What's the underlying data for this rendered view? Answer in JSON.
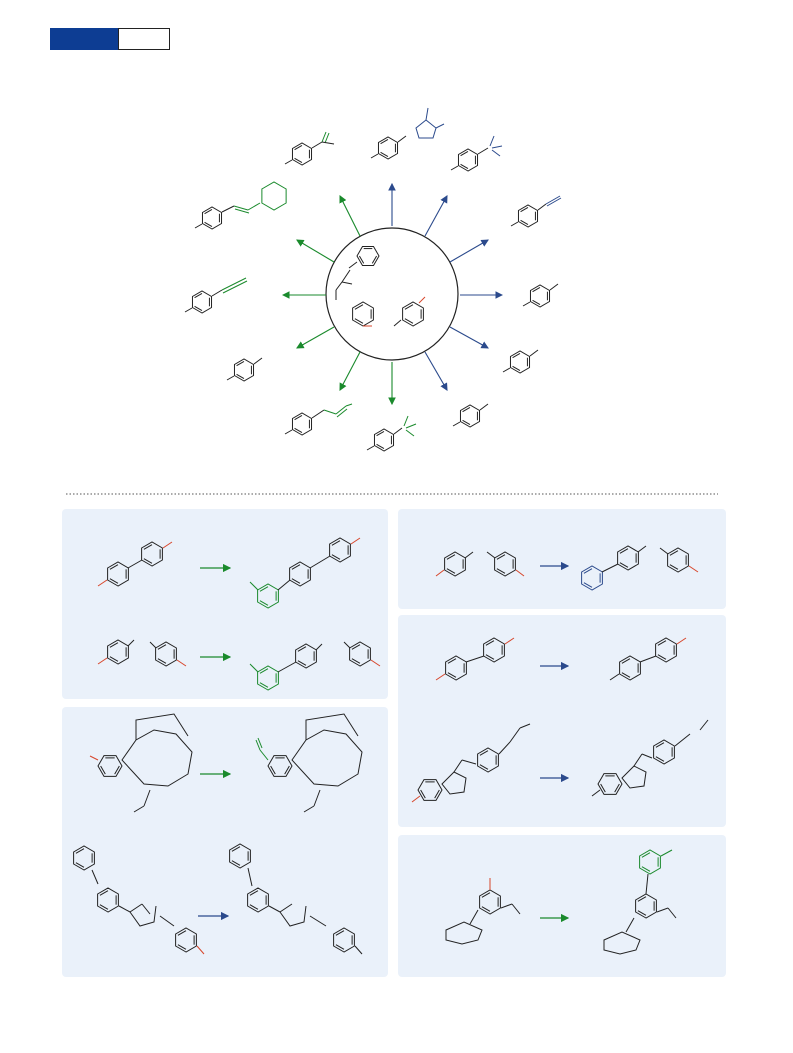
{
  "header": {
    "tab_left": "",
    "tab_right": ""
  },
  "colors": {
    "tab_blue": "#0d3d93",
    "panel_bg": "#eaf1fa",
    "arrow_blue": "#2b4a8c",
    "arrow_green": "#1a8a2c",
    "accent_red": "#d7462b",
    "bond_black": "#222222"
  },
  "hub": {
    "label": ""
  },
  "sections": [
    {
      "id": "panel-1",
      "scheme_count": 2
    },
    {
      "id": "panel-2",
      "scheme_count": 1
    },
    {
      "id": "panel-3",
      "scheme_count": 1
    },
    {
      "id": "panel-4",
      "scheme_count": 2
    },
    {
      "id": "panel-5",
      "scheme_count": 1
    },
    {
      "id": "panel-6",
      "scheme_count": 1
    }
  ]
}
